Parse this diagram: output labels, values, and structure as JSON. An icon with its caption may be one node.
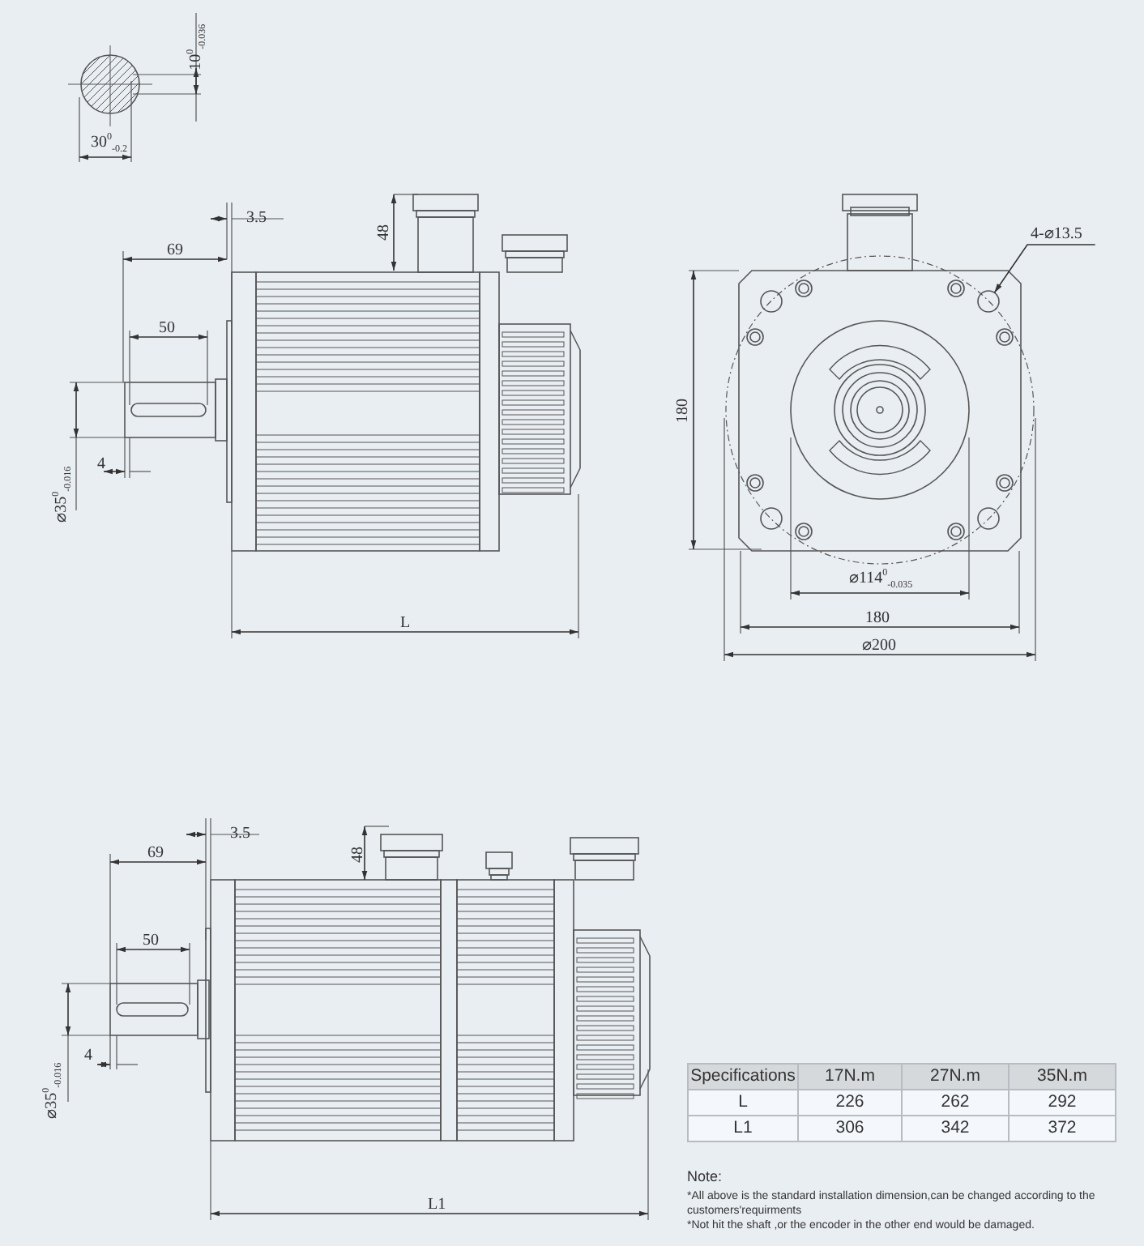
{
  "diagram": {
    "nodes": [
      {
        "text": [
          "4-⌀13.5"
        ]
      },
      {
        "text": [],
        "shape": "circle"
      }
    ],
    "edges": [
      {
        "from": 0,
        "to": 1,
        "arrow": "to"
      }
    ],
    "labels": [
      "10$^{0}$$_{-0.036}$",
      "30$^{0}$$_{-0.2}$",
      "3.5",
      "48",
      "69",
      "50",
      "⌀35$^{0}$$_{-0.016}$",
      "4",
      "L",
      "180",
      "⌀114$^{0}$$_{-0.035}$",
      "180",
      "⌀200",
      "3.5",
      "69",
      "48",
      "50",
      "⌀35$^{0}$$_{-0.016}$",
      "4",
      "L1",
      "Specifications",
      "17N.m",
      "27N.m",
      "35N.m",
      "L",
      "226",
      "262",
      "292",
      "L1",
      "306",
      "342",
      "372",
      "Note:",
      "*All above is the standard installation dimension,can be changed according to the customers'requirments",
      "*Not hit the shaft ,or the encoder in the other end would be damaged."
    ]
  }
}
